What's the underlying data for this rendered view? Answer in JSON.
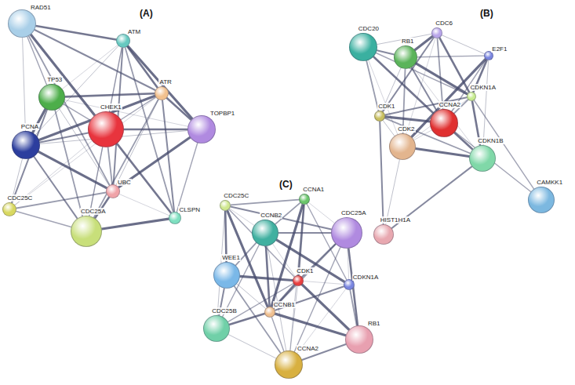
{
  "diagram": {
    "nodes": [
      {
        "text": [
          "RAD51"
        ]
      },
      {
        "text": [
          "ATM"
        ]
      },
      {
        "text": [
          "TP53"
        ]
      },
      {
        "text": [
          "ATR"
        ]
      },
      {
        "text": [
          "TOPBP1"
        ]
      },
      {
        "text": [
          "CHEK1"
        ]
      },
      {
        "text": [
          "PCNA"
        ]
      },
      {
        "text": [
          "UBC"
        ]
      },
      {
        "text": [
          "CDC25C"
        ]
      },
      {
        "text": [
          "CLSPN"
        ]
      },
      {
        "text": [
          "CDC25A"
        ]
      },
      {
        "text": [
          "CDC20"
        ]
      },
      {
        "text": [
          "CDC6"
        ]
      },
      {
        "text": [
          "RB1"
        ]
      },
      {
        "text": [
          "E2F1"
        ]
      },
      {
        "text": [
          "CDKN1A"
        ]
      },
      {
        "text": [
          "CDK1"
        ]
      },
      {
        "text": [
          "CCNA2"
        ]
      },
      {
        "text": [
          "CDK2"
        ]
      },
      {
        "text": [
          "CDKN1B"
        ]
      },
      {
        "text": [
          "CAMKK1"
        ]
      },
      {
        "text": [
          "HIST1H1A"
        ]
      },
      {
        "text": [
          "CDC25C"
        ]
      },
      {
        "text": [
          "CCNA1"
        ]
      },
      {
        "text": [
          "CCNB2"
        ]
      },
      {
        "text": [
          "CDC25A"
        ]
      },
      {
        "text": [
          "WEE1"
        ]
      },
      {
        "text": [
          "CDK1"
        ]
      },
      {
        "text": [
          "CDKN1A"
        ]
      },
      {
        "text": [
          "CCNB1"
        ]
      },
      {
        "text": [
          "CDC25B"
        ]
      },
      {
        "text": [
          "RB1"
        ]
      },
      {
        "text": [
          "CCNA2"
        ]
      }
    ],
    "edges": [
      {
        "from": 0,
        "to": 1,
        "arrow": "none"
      },
      {
        "from": 0,
        "to": 2,
        "arrow": "none"
      },
      {
        "from": 0,
        "to": 5,
        "arrow": "none"
      },
      {
        "from": 0,
        "to": 6,
        "arrow": "none"
      },
      {
        "from": 0,
        "to": 3,
        "arrow": "none"
      },
      {
        "from": 0,
        "to": 7,
        "arrow": "none"
      },
      {
        "from": 1,
        "to": 2,
        "arrow": "none"
      },
      {
        "from": 1,
        "to": 3,
        "arrow": "none"
      },
      {
        "from": 1,
        "to": 5,
        "arrow": "none"
      },
      {
        "from": 1,
        "to": 4,
        "arrow": "none"
      },
      {
        "from": 1,
        "to": 6,
        "arrow": "none"
      },
      {
        "from": 1,
        "to": 7,
        "arrow": "none"
      },
      {
        "from": 1,
        "to": 9,
        "arrow": "none"
      },
      {
        "from": 1,
        "to": 10,
        "arrow": "none"
      },
      {
        "from": 2,
        "to": 3,
        "arrow": "none"
      },
      {
        "from": 2,
        "to": 5,
        "arrow": "none"
      },
      {
        "from": 2,
        "to": 6,
        "arrow": "none"
      },
      {
        "from": 2,
        "to": 7,
        "arrow": "none"
      },
      {
        "from": 2,
        "to": 8,
        "arrow": "none"
      },
      {
        "from": 2,
        "to": 10,
        "arrow": "none"
      },
      {
        "from": 2,
        "to": 4,
        "arrow": "none"
      },
      {
        "from": 3,
        "to": 4,
        "arrow": "none"
      },
      {
        "from": 3,
        "to": 5,
        "arrow": "none"
      },
      {
        "from": 3,
        "to": 6,
        "arrow": "none"
      },
      {
        "from": 3,
        "to": 7,
        "arrow": "none"
      },
      {
        "from": 3,
        "to": 9,
        "arrow": "none"
      },
      {
        "from": 3,
        "to": 10,
        "arrow": "none"
      },
      {
        "from": 3,
        "to": 8,
        "arrow": "none"
      },
      {
        "from": 4,
        "to": 5,
        "arrow": "none"
      },
      {
        "from": 4,
        "to": 9,
        "arrow": "none"
      },
      {
        "from": 4,
        "to": 7,
        "arrow": "none"
      },
      {
        "from": 4,
        "to": 6,
        "arrow": "none"
      },
      {
        "from": 5,
        "to": 6,
        "arrow": "none"
      },
      {
        "from": 5,
        "to": 7,
        "arrow": "none"
      },
      {
        "from": 5,
        "to": 8,
        "arrow": "none"
      },
      {
        "from": 5,
        "to": 9,
        "arrow": "none"
      },
      {
        "from": 5,
        "to": 10,
        "arrow": "none"
      },
      {
        "from": 6,
        "to": 7,
        "arrow": "none"
      },
      {
        "from": 6,
        "to": 8,
        "arrow": "none"
      },
      {
        "from": 6,
        "to": 10,
        "arrow": "none"
      },
      {
        "from": 7,
        "to": 8,
        "arrow": "none"
      },
      {
        "from": 7,
        "to": 9,
        "arrow": "none"
      },
      {
        "from": 7,
        "to": 10,
        "arrow": "none"
      },
      {
        "from": 8,
        "to": 10,
        "arrow": "none"
      },
      {
        "from": 9,
        "to": 10,
        "arrow": "none"
      },
      {
        "from": 11,
        "to": 12,
        "arrow": "none"
      },
      {
        "from": 11,
        "to": 13,
        "arrow": "none"
      },
      {
        "from": 11,
        "to": 16,
        "arrow": "none"
      },
      {
        "from": 11,
        "to": 18,
        "arrow": "none"
      },
      {
        "from": 11,
        "to": 17,
        "arrow": "none"
      },
      {
        "from": 11,
        "to": 15,
        "arrow": "none"
      },
      {
        "from": 12,
        "to": 13,
        "arrow": "none"
      },
      {
        "from": 12,
        "to": 14,
        "arrow": "none"
      },
      {
        "from": 12,
        "to": 16,
        "arrow": "none"
      },
      {
        "from": 12,
        "to": 17,
        "arrow": "none"
      },
      {
        "from": 12,
        "to": 18,
        "arrow": "none"
      },
      {
        "from": 12,
        "to": 15,
        "arrow": "none"
      },
      {
        "from": 13,
        "to": 14,
        "arrow": "none"
      },
      {
        "from": 13,
        "to": 15,
        "arrow": "none"
      },
      {
        "from": 13,
        "to": 16,
        "arrow": "none"
      },
      {
        "from": 13,
        "to": 17,
        "arrow": "none"
      },
      {
        "from": 13,
        "to": 18,
        "arrow": "none"
      },
      {
        "from": 13,
        "to": 19,
        "arrow": "none"
      },
      {
        "from": 14,
        "to": 15,
        "arrow": "none"
      },
      {
        "from": 14,
        "to": 17,
        "arrow": "none"
      },
      {
        "from": 14,
        "to": 18,
        "arrow": "none"
      },
      {
        "from": 14,
        "to": 19,
        "arrow": "none"
      },
      {
        "from": 15,
        "to": 16,
        "arrow": "none"
      },
      {
        "from": 15,
        "to": 17,
        "arrow": "none"
      },
      {
        "from": 15,
        "to": 18,
        "arrow": "none"
      },
      {
        "from": 15,
        "to": 19,
        "arrow": "none"
      },
      {
        "from": 15,
        "to": 20,
        "arrow": "none"
      },
      {
        "from": 16,
        "to": 17,
        "arrow": "none"
      },
      {
        "from": 16,
        "to": 18,
        "arrow": "none"
      },
      {
        "from": 16,
        "to": 21,
        "arrow": "none"
      },
      {
        "from": 16,
        "to": 19,
        "arrow": "none"
      },
      {
        "from": 17,
        "to": 18,
        "arrow": "none"
      },
      {
        "from": 17,
        "to": 19,
        "arrow": "none"
      },
      {
        "from": 17,
        "to": 20,
        "arrow": "none"
      },
      {
        "from": 18,
        "to": 19,
        "arrow": "none"
      },
      {
        "from": 18,
        "to": 21,
        "arrow": "none"
      },
      {
        "from": 19,
        "to": 21,
        "arrow": "none"
      },
      {
        "from": 22,
        "to": 23,
        "arrow": "none"
      },
      {
        "from": 22,
        "to": 24,
        "arrow": "none"
      },
      {
        "from": 22,
        "to": 26,
        "arrow": "none"
      },
      {
        "from": 22,
        "to": 27,
        "arrow": "none"
      },
      {
        "from": 22,
        "to": 29,
        "arrow": "none"
      },
      {
        "from": 22,
        "to": 30,
        "arrow": "none"
      },
      {
        "from": 22,
        "to": 25,
        "arrow": "none"
      },
      {
        "from": 23,
        "to": 24,
        "arrow": "none"
      },
      {
        "from": 23,
        "to": 25,
        "arrow": "none"
      },
      {
        "from": 23,
        "to": 27,
        "arrow": "none"
      },
      {
        "from": 23,
        "to": 28,
        "arrow": "none"
      },
      {
        "from": 23,
        "to": 29,
        "arrow": "none"
      },
      {
        "from": 23,
        "to": 32,
        "arrow": "none"
      },
      {
        "from": 24,
        "to": 25,
        "arrow": "none"
      },
      {
        "from": 24,
        "to": 26,
        "arrow": "none"
      },
      {
        "from": 24,
        "to": 27,
        "arrow": "none"
      },
      {
        "from": 24,
        "to": 29,
        "arrow": "none"
      },
      {
        "from": 24,
        "to": 30,
        "arrow": "none"
      },
      {
        "from": 24,
        "to": 28,
        "arrow": "none"
      },
      {
        "from": 24,
        "to": 32,
        "arrow": "none"
      },
      {
        "from": 25,
        "to": 27,
        "arrow": "none"
      },
      {
        "from": 25,
        "to": 29,
        "arrow": "none"
      },
      {
        "from": 25,
        "to": 28,
        "arrow": "none"
      },
      {
        "from": 25,
        "to": 31,
        "arrow": "none"
      },
      {
        "from": 25,
        "to": 32,
        "arrow": "none"
      },
      {
        "from": 26,
        "to": 27,
        "arrow": "none"
      },
      {
        "from": 26,
        "to": 29,
        "arrow": "none"
      },
      {
        "from": 26,
        "to": 30,
        "arrow": "none"
      },
      {
        "from": 26,
        "to": 32,
        "arrow": "none"
      },
      {
        "from": 27,
        "to": 28,
        "arrow": "none"
      },
      {
        "from": 27,
        "to": 29,
        "arrow": "none"
      },
      {
        "from": 27,
        "to": 30,
        "arrow": "none"
      },
      {
        "from": 27,
        "to": 31,
        "arrow": "none"
      },
      {
        "from": 27,
        "to": 32,
        "arrow": "none"
      },
      {
        "from": 28,
        "to": 29,
        "arrow": "none"
      },
      {
        "from": 28,
        "to": 31,
        "arrow": "none"
      },
      {
        "from": 28,
        "to": 32,
        "arrow": "none"
      },
      {
        "from": 29,
        "to": 30,
        "arrow": "none"
      },
      {
        "from": 29,
        "to": 32,
        "arrow": "none"
      },
      {
        "from": 29,
        "to": 31,
        "arrow": "none"
      },
      {
        "from": 30,
        "to": 32,
        "arrow": "none"
      },
      {
        "from": 31,
        "to": 32,
        "arrow": "none"
      }
    ],
    "labels": [
      "(A)",
      "(B)",
      "(C)"
    ]
  }
}
